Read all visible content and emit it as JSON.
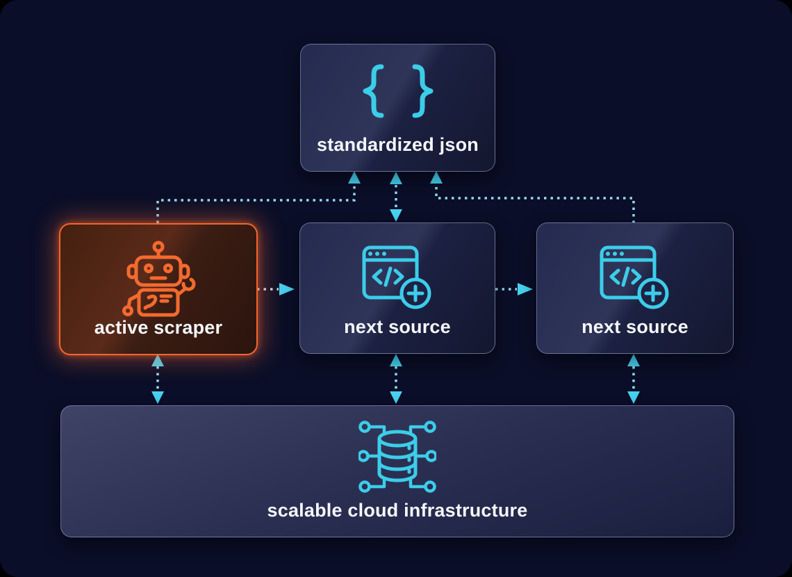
{
  "colors": {
    "background": "#0a0e28",
    "cyan_accent": "#3CCDE9",
    "orange_accent": "#F4692F",
    "arrow_head": "#46D2F1",
    "box_border": "#A2ABCA",
    "label_text": "#F5F7FB"
  },
  "nodes": {
    "json": {
      "label": "standardized json",
      "icon": "braces-icon"
    },
    "scraper": {
      "label": "active scraper",
      "icon": "robot-icon",
      "highlighted": true
    },
    "source1": {
      "label": "next source",
      "icon": "browser-code-plus-icon"
    },
    "source2": {
      "label": "next source",
      "icon": "browser-code-plus-icon"
    },
    "infra": {
      "label": "scalable cloud infrastructure",
      "icon": "database-network-icon"
    }
  },
  "edges": [
    {
      "from": "active scraper",
      "to": "standardized json",
      "style": "dotted",
      "arrow": "single"
    },
    {
      "from": "standardized json",
      "to": "next source (middle)",
      "style": "dotted",
      "arrow": "double"
    },
    {
      "from": "next source (right)",
      "to": "standardized json",
      "style": "dotted",
      "arrow": "single"
    },
    {
      "from": "active scraper",
      "to": "next source (middle)",
      "style": "dotted",
      "arrow": "single"
    },
    {
      "from": "next source (middle)",
      "to": "next source (right)",
      "style": "dotted",
      "arrow": "single"
    },
    {
      "from": "active scraper",
      "to": "scalable cloud infrastructure",
      "style": "dotted",
      "arrow": "double"
    },
    {
      "from": "next source (middle)",
      "to": "scalable cloud infrastructure",
      "style": "dotted",
      "arrow": "double"
    },
    {
      "from": "next source (right)",
      "to": "scalable cloud infrastructure",
      "style": "dotted",
      "arrow": "double"
    }
  ]
}
